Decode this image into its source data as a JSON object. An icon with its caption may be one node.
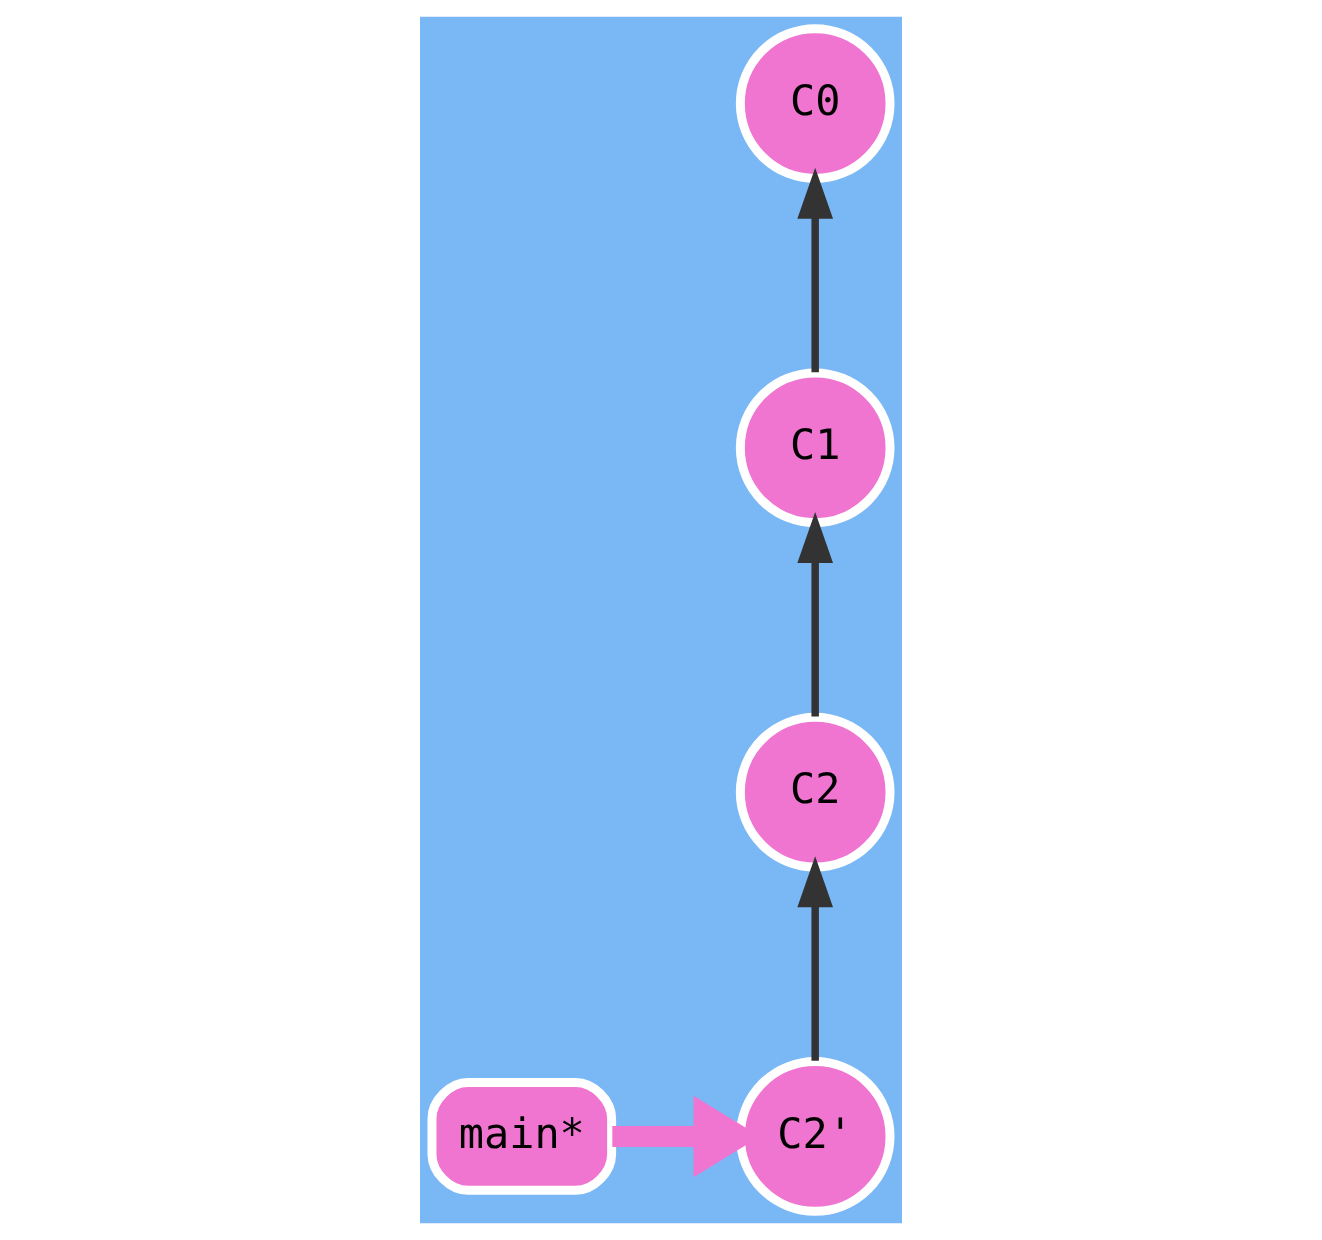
{
  "diagram": {
    "nodes": [
      {
        "text": [
          "C0"
        ]
      },
      {
        "text": [
          "C1"
        ]
      },
      {
        "text": [
          "C2"
        ]
      },
      {
        "text": [
          "C2'"
        ]
      },
      {
        "text": [
          "main*"
        ]
      }
    ],
    "edges": [
      {
        "from": 1,
        "to": 0,
        "arrow": "to"
      },
      {
        "from": 2,
        "to": 1,
        "arrow": "to"
      },
      {
        "from": 3,
        "to": 2,
        "arrow": "to"
      },
      {
        "from": 4,
        "to": 3,
        "arrow": "to",
        "style": "thick",
        "color": "#f075d0"
      }
    ]
  }
}
